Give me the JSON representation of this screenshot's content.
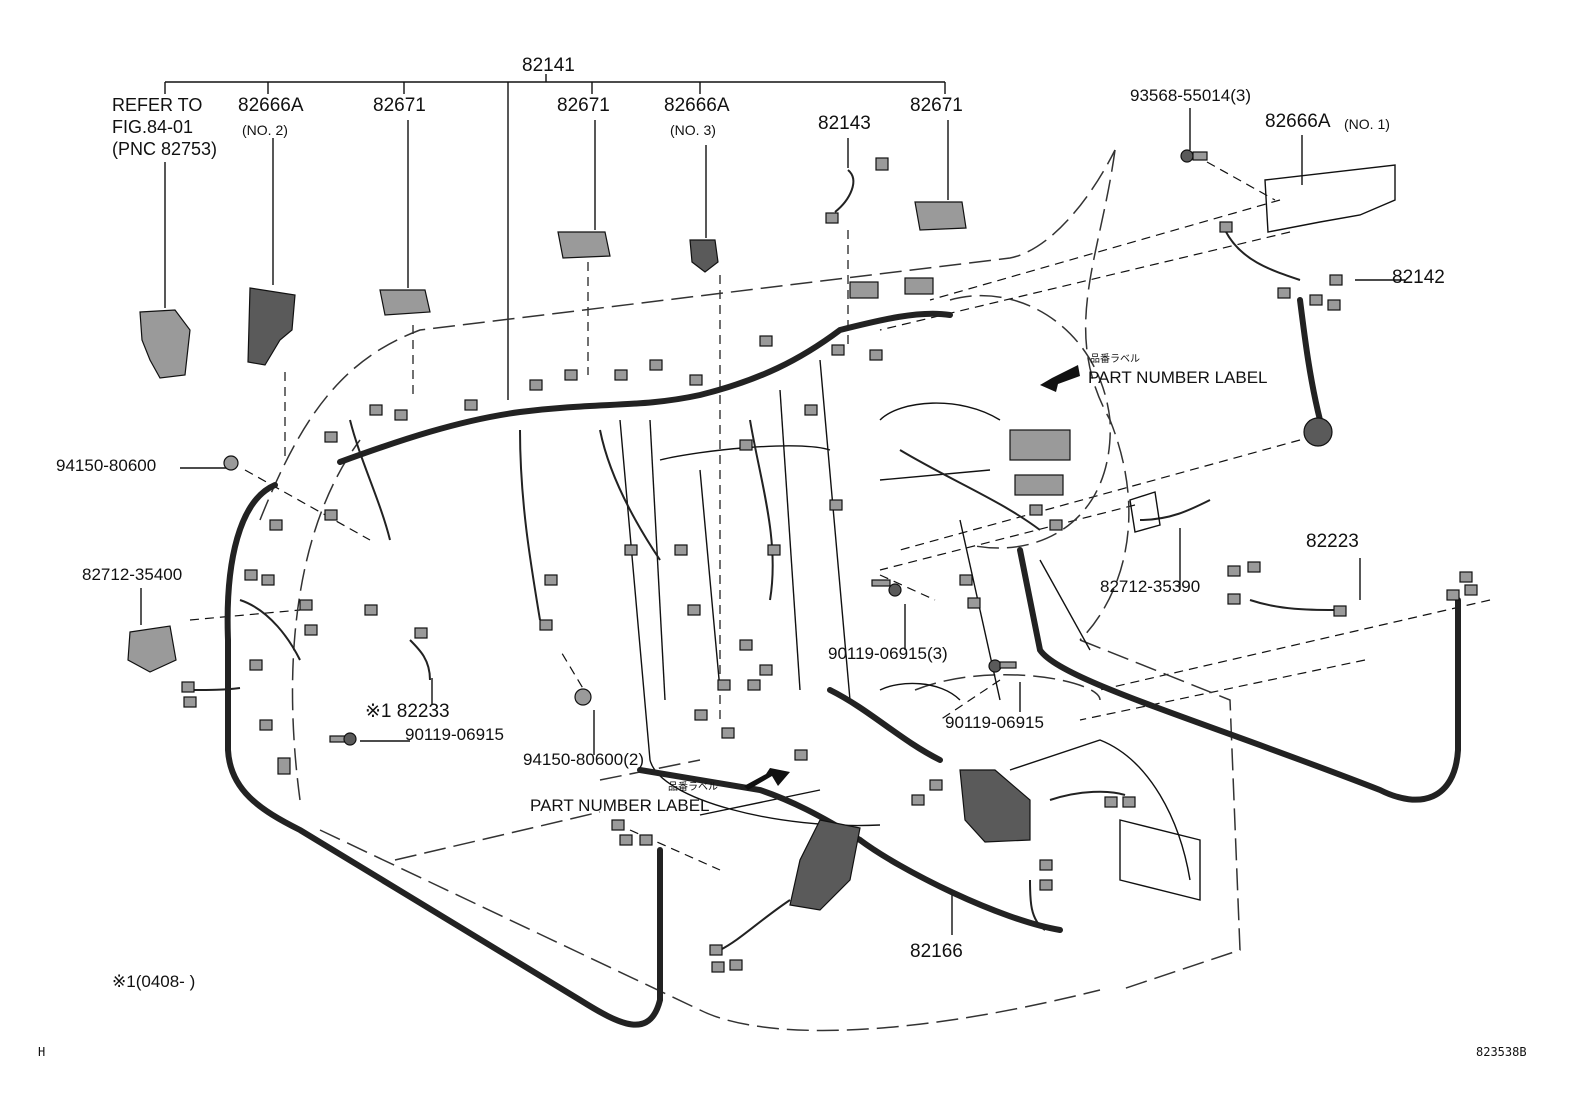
{
  "labels": {
    "main_harness": "82141",
    "refer_line1": "REFER TO",
    "refer_line2": "FIG.84-01",
    "refer_line3": "(PNC 82753)",
    "bracket_no2": "82666A",
    "bracket_no2_sub": "(NO. 2)",
    "block_left": "82671",
    "block_mid": "82671",
    "bracket_no3": "82666A",
    "bracket_no3_sub": "(NO. 3)",
    "wire_82143": "82143",
    "block_right": "82671",
    "bolt_top": "93568-55014(3)",
    "bracket_no1": "82666A",
    "bracket_no1_sub": "(NO. 1)",
    "wire_82142": "82142",
    "part_number_label_jp_1": "品番ラベル",
    "part_number_label_1": "PART NUMBER LABEL",
    "clip_left": "94150-80600",
    "relay_bracket_right": "82712-35390",
    "wire_82223": "82223",
    "relay_bracket_left": "82712-35400",
    "bolt_center": "90119-06915(3)",
    "bolt_right": "90119-06915",
    "note_82233": "※1 82233",
    "bolt_left": "90119-06915",
    "clip_center": "94150-80600(2)",
    "part_number_label_jp_2": "品番ラベル",
    "part_number_label_2": "PART NUMBER LABEL",
    "floor_harness": "82166",
    "footnote": "※1(0408-      )",
    "corner_left": "H",
    "corner_right": "823538B"
  }
}
